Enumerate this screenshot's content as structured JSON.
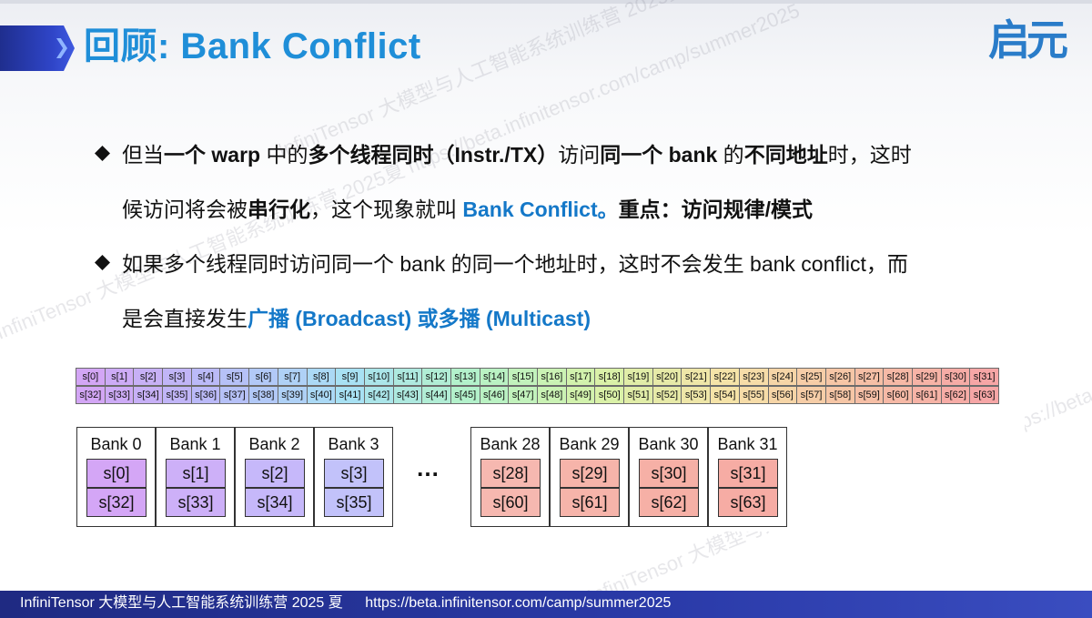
{
  "header": {
    "title": "回顾: Bank Conflict",
    "logo_text": "启元"
  },
  "watermarks": [
    "InfiniTensor 大模型与人工智能系统训练营 2025夏 https://beta.infinitensor.com/camp/summer2025",
    "InfiniTensor 大模型与人工智能系统训练营 2025夏 https://beta.infinitensor.com/camp/summer2025",
    "InfiniTensor 大模型与人工智能系统训练营 2025夏 https://beta.infinitensor.com/camp/summer2025"
  ],
  "bullets": [
    {
      "line1": [
        {
          "t": "但当",
          "s": "n"
        },
        {
          "t": "一个 warp",
          "s": "b"
        },
        {
          "t": " 中的",
          "s": "n"
        },
        {
          "t": "多个线程同时（Instr./TX）",
          "s": "b"
        },
        {
          "t": "访问",
          "s": "n"
        },
        {
          "t": "同一个 bank",
          "s": "b"
        },
        {
          "t": " 的",
          "s": "n"
        },
        {
          "t": "不同地址",
          "s": "b"
        },
        {
          "t": "时，这时",
          "s": "n"
        }
      ],
      "line2": [
        {
          "t": "候访问将会被",
          "s": "n"
        },
        {
          "t": "串行化",
          "s": "b"
        },
        {
          "t": "，这个现象就叫 ",
          "s": "n"
        },
        {
          "t": "Bank Conflict。",
          "s": "blue"
        },
        {
          "t": "重点：访问规律/模式",
          "s": "b"
        }
      ]
    },
    {
      "line1": [
        {
          "t": "如果多个线程同时访问同一个 bank 的同一个地址时，这时不会发生 bank conflict，而",
          "s": "n"
        }
      ],
      "line2": [
        {
          "t": "是会直接发生",
          "s": "n"
        },
        {
          "t": "广播 (Broadcast) 或多播 (Multicast)",
          "s": "blue"
        }
      ]
    }
  ],
  "diagram": {
    "row1": [
      "s[0]",
      "s[1]",
      "s[2]",
      "s[3]",
      "s[4]",
      "s[5]",
      "s[6]",
      "s[7]",
      "s[8]",
      "s[9]",
      "s[10]",
      "s[11]",
      "s[12]",
      "s[13]",
      "s[14]",
      "s[15]",
      "s[16]",
      "s[17]",
      "s[18]",
      "s[19]",
      "s[20]",
      "s[21]",
      "s[22]",
      "s[23]",
      "s[24]",
      "s[25]",
      "s[26]",
      "s[27]",
      "s[28]",
      "s[29]",
      "s[30]",
      "s[31]"
    ],
    "row2": [
      "s[32]",
      "s[33]",
      "s[34]",
      "s[35]",
      "s[36]",
      "s[37]",
      "s[38]",
      "s[39]",
      "s[40]",
      "s[41]",
      "s[42]",
      "s[43]",
      "s[44]",
      "s[45]",
      "s[46]",
      "s[47]",
      "s[48]",
      "s[49]",
      "s[50]",
      "s[51]",
      "s[52]",
      "s[53]",
      "s[54]",
      "s[55]",
      "s[56]",
      "s[57]",
      "s[58]",
      "s[59]",
      "s[60]",
      "s[61]",
      "s[62]",
      "s[63]"
    ],
    "banks": [
      {
        "name": "Bank 0",
        "slots": [
          "s[0]",
          "s[32]"
        ],
        "color": "#d4a6f6"
      },
      {
        "name": "Bank 1",
        "slots": [
          "s[1]",
          "s[33]"
        ],
        "color": "#cdb0f8"
      },
      {
        "name": "Bank 2",
        "slots": [
          "s[2]",
          "s[34]"
        ],
        "color": "#c6b8fa"
      },
      {
        "name": "Bank 3",
        "slots": [
          "s[3]",
          "s[35]"
        ],
        "color": "#c2c2fa"
      },
      {
        "name": "Bank 28",
        "slots": [
          "s[28]",
          "s[60]"
        ],
        "color": "#f6b8b0"
      },
      {
        "name": "Bank 29",
        "slots": [
          "s[29]",
          "s[61]"
        ],
        "color": "#f6b4aa"
      },
      {
        "name": "Bank 30",
        "slots": [
          "s[30]",
          "s[62]"
        ],
        "color": "#f6b0a6"
      },
      {
        "name": "Bank 31",
        "slots": [
          "s[31]",
          "s[63]"
        ],
        "color": "#f6aca4"
      }
    ],
    "ellipsis": "…",
    "gradient_start": "#d0a4f4",
    "gradient_end": "#f6a6a4"
  },
  "footer": {
    "left": "InfiniTensor 大模型与人工智能系统训练营 2025 夏",
    "right": "https://beta.infinitensor.com/camp/summer2025"
  }
}
